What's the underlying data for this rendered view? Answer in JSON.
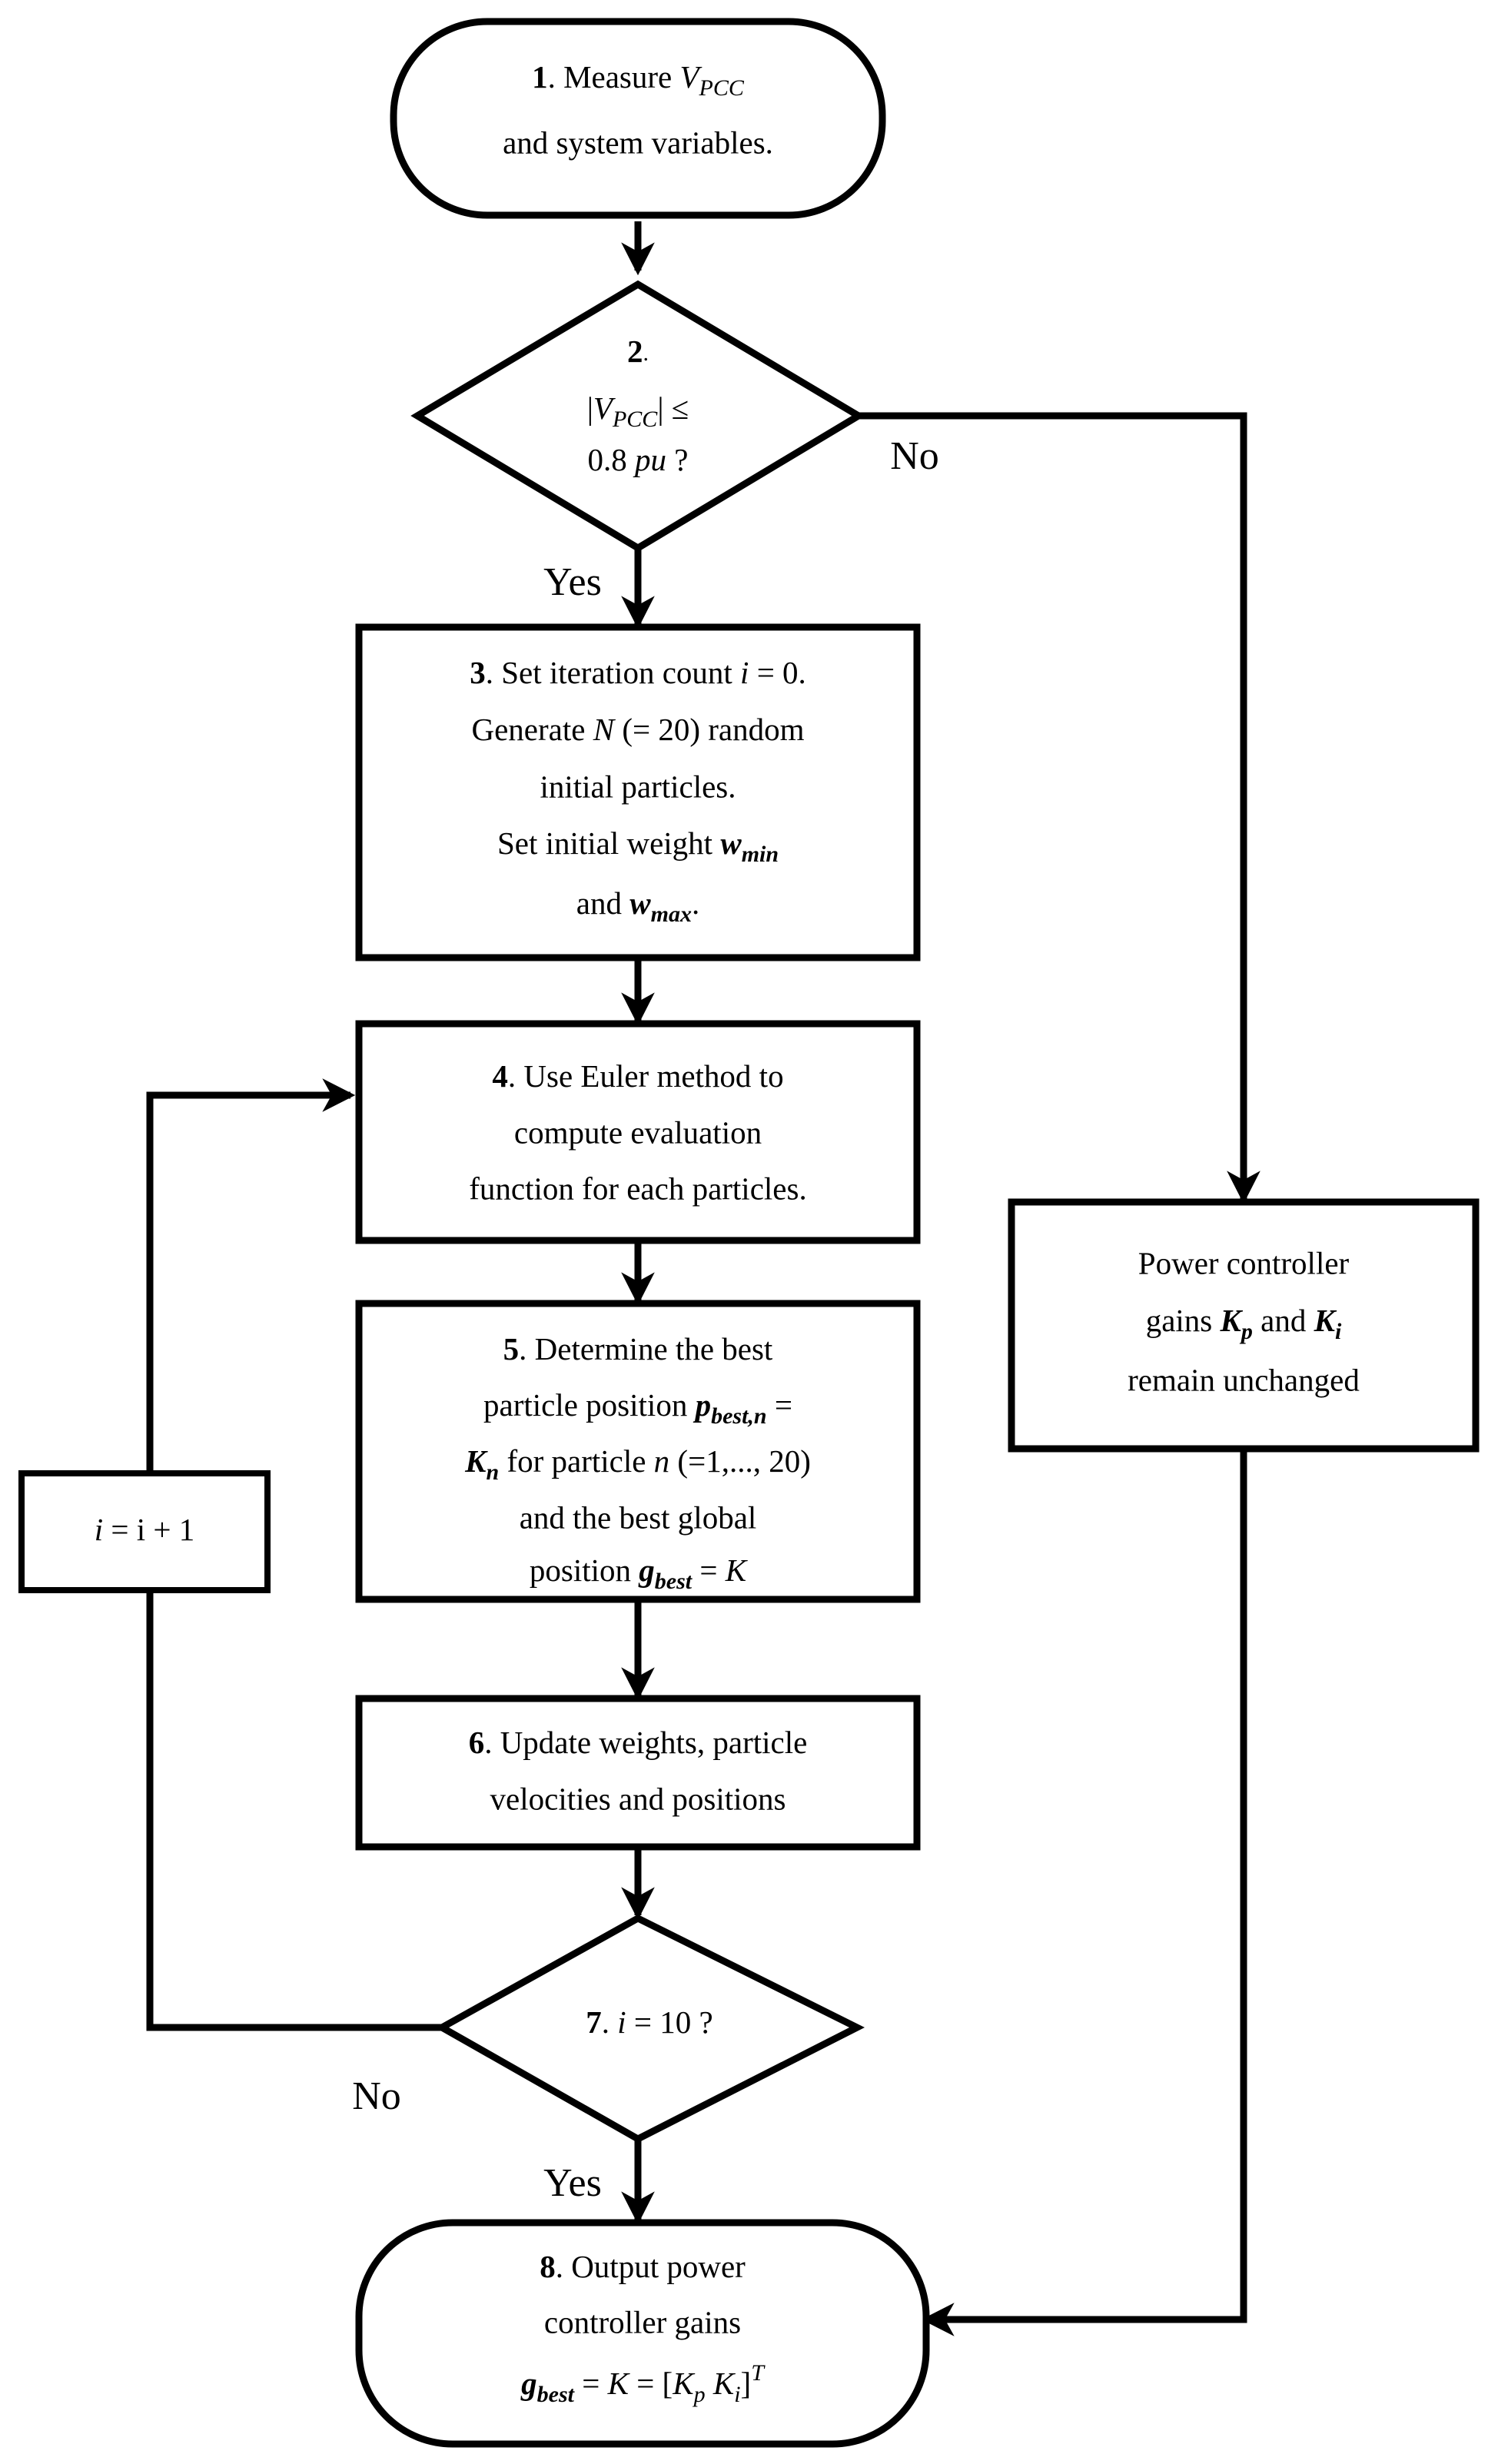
{
  "diagram": {
    "title": "PSO-based power controller gain tuning flowchart",
    "type": "flowchart",
    "line_color": "#000000",
    "fill_color": "#ffffff",
    "background": "#ffffff"
  },
  "nodes": {
    "step1": {
      "id": "1",
      "shape": "terminator",
      "lines": [
        "1. Measure V_PCC",
        "and system variables."
      ],
      "line1_num": "1",
      "line1_a": ". Measure ",
      "line1_var": "V",
      "line1_sub": "PCC",
      "line2": "and system variables."
    },
    "step2": {
      "id": "2",
      "shape": "decision",
      "lines": [
        "2.",
        "|V_PCC| ≤",
        "0.8 pu ?"
      ],
      "num": "2",
      "num_dot": ".",
      "cond_bar_l": "|",
      "cond_var": "V",
      "cond_sub": "PCC",
      "cond_bar_r": "|",
      "cond_op": " ≤",
      "cond_val": "0.8 ",
      "cond_unit": "pu",
      "cond_q": " ?"
    },
    "step3": {
      "id": "3",
      "shape": "process",
      "lines": [
        "3. Set iteration count i = 0.",
        "Generate N (= 20) random",
        "initial particles.",
        "Set initial weight w_min",
        "and w_max."
      ],
      "l1_num": "3",
      "l1_a": ". Set iteration count ",
      "l1_i": "i",
      "l1_b": " = 0.",
      "l2_a": "Generate ",
      "l2_N": "N",
      "l2_b": " (= 20) random",
      "l3": "initial particles.",
      "l4_a": "Set initial weight ",
      "l4_w": "w",
      "l4_sub": "min",
      "l5_a": "and ",
      "l5_w": "w",
      "l5_sub": "max",
      "l5_b": "."
    },
    "step4": {
      "id": "4",
      "shape": "process",
      "lines": [
        "4. Use Euler method to",
        "compute evaluation",
        "function for each particles."
      ],
      "l1_num": "4",
      "l1_a": ". Use Euler method to",
      "l2": "compute evaluation",
      "l3": "function for each particles."
    },
    "step5": {
      "id": "5",
      "shape": "process",
      "lines": [
        "5. Determine the best",
        "particle position p_best,n =",
        "K_n for particle n (=1,..., 20)",
        "and the best global",
        "position g_best = K"
      ],
      "l1_num": "5",
      "l1_a": ". Determine the best",
      "l2_a": "particle position ",
      "l2_p": "p",
      "l2_sub": "best,n",
      "l2_b": " =",
      "l3_K": "K",
      "l3_sub": "n",
      "l3_a": " for particle ",
      "l3_n": "n",
      "l3_b": " (=1,..., 20)",
      "l4": "and the best global",
      "l5_a": "position ",
      "l5_g": "g",
      "l5_sub": "best",
      "l5_b": " = ",
      "l5_K": "K"
    },
    "step6": {
      "id": "6",
      "shape": "process",
      "lines": [
        "6. Update weights, particle",
        "velocities and positions"
      ],
      "l1_num": "6",
      "l1_a": ". Update weights, particle",
      "l2": "velocities and positions"
    },
    "step7": {
      "id": "7",
      "shape": "decision",
      "lines": [
        "7. i = 10 ?"
      ],
      "num": "7",
      "dot": ". ",
      "var": "i",
      "rest": " = 10 ?"
    },
    "step8": {
      "id": "8",
      "shape": "terminator",
      "lines": [
        "8. Output power",
        "controller gains",
        "g_best = K = [K_p  K_i]^T"
      ],
      "l1_num": "8",
      "l1_a": ". Output power",
      "l2": "controller gains",
      "l3_g": "g",
      "l3_gsub": "best",
      "l3_eq1": " = ",
      "l3_K": "K",
      "l3_eq2": " = [",
      "l3_Kp": "K",
      "l3_psub": "p",
      "l3_gap": "   ",
      "l3_Ki": "K",
      "l3_isub": "i",
      "l3_close": "]",
      "l3_T": "T"
    },
    "unchanged": {
      "shape": "process",
      "lines": [
        "Power controller",
        "gains K_p and K_i",
        "remain unchanged"
      ],
      "l1": "Power controller",
      "l2_a": "gains ",
      "l2_K": "K",
      "l2_psub": "p",
      "l2_b": " and ",
      "l2_K2": "K",
      "l2_isub": "i",
      "l3": "remain unchanged"
    },
    "increment": {
      "shape": "process",
      "lines": [
        "i = i + 1"
      ],
      "var": "i",
      "rest": " = i + 1",
      "var2": "i",
      "tail": " + 1"
    }
  },
  "edge_labels": {
    "d2_no": "No",
    "d2_yes": "Yes",
    "d7_no": "No",
    "d7_yes": "Yes"
  },
  "edges": [
    {
      "from": "step1",
      "to": "step2",
      "label": ""
    },
    {
      "from": "step2",
      "to": "step3",
      "label": "Yes"
    },
    {
      "from": "step2",
      "to": "unchanged",
      "label": "No"
    },
    {
      "from": "step3",
      "to": "step4",
      "label": ""
    },
    {
      "from": "step4",
      "to": "step5",
      "label": ""
    },
    {
      "from": "step5",
      "to": "step6",
      "label": ""
    },
    {
      "from": "step6",
      "to": "step7",
      "label": ""
    },
    {
      "from": "step7",
      "to": "increment",
      "label": "No"
    },
    {
      "from": "increment",
      "to": "step4",
      "label": ""
    },
    {
      "from": "step7",
      "to": "step8",
      "label": "Yes"
    },
    {
      "from": "unchanged",
      "to": "step8",
      "label": ""
    }
  ]
}
